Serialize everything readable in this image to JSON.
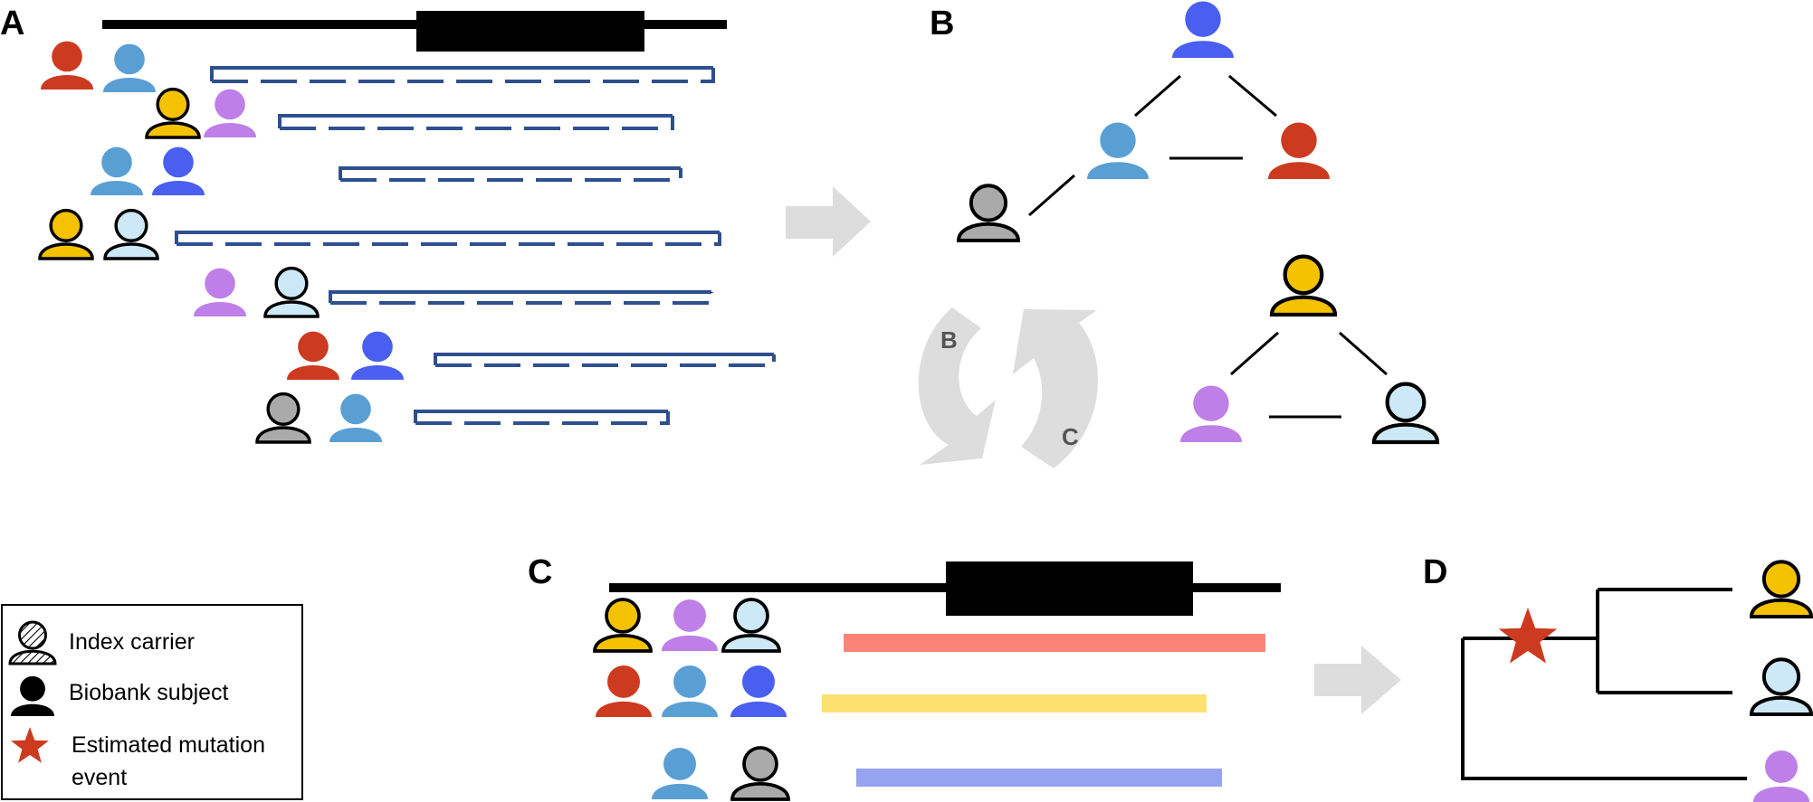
{
  "colors": {
    "red": "#cc3a1f",
    "steel_blue": "#5a9fd4",
    "yellow": "#f5c200",
    "lavender": "#be7fe8",
    "royal_blue": "#4a5ef0",
    "light_blue": "#cde8f6",
    "gray": "#aaaaaa",
    "segment_navy": "#2f4f8f",
    "cluster_red": "#fa8576",
    "cluster_yellow": "#fce070",
    "cluster_blue": "#95a3f0",
    "big_arrow": "#dddddd",
    "star_red": "#cc3a1f"
  },
  "panels": {
    "a": "A",
    "b": "B",
    "c": "C",
    "d": "D"
  },
  "cycle_arrows": {
    "down_label": "B",
    "up_label": "C"
  },
  "legend": {
    "index_carrier": "Index carrier",
    "biobank_subject": "Biobank subject",
    "mutation_line1": "Estimated mutation",
    "mutation_line2": "event"
  },
  "icons": {
    "person": "person-icon",
    "star": "star-icon",
    "hatched_person": "hatched-person-icon"
  }
}
